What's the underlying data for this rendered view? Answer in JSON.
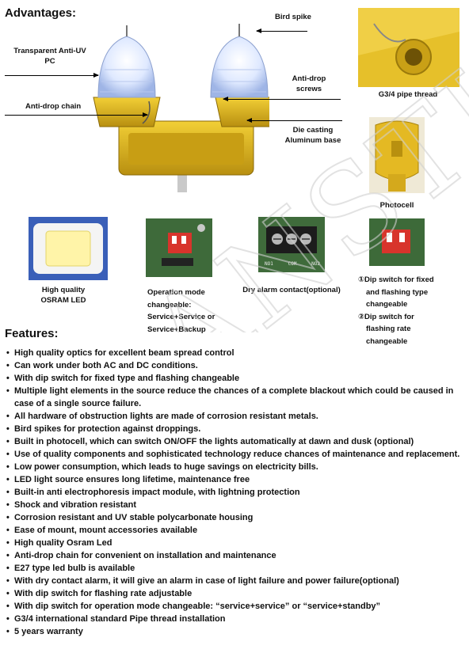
{
  "advantages": {
    "heading": "Advantages:",
    "labels": {
      "bird_spike": "Bird spike",
      "transparent_line1": "Transparent Anti-UV",
      "transparent_line2": "PC",
      "anti_drop_screws_line1": "Anti-drop",
      "anti_drop_screws_line2": "screws",
      "anti_drop_chain": "Anti-drop chain",
      "die_casting_line1": "Die casting",
      "die_casting_line2": "Aluminum base",
      "pipe_thread": "G3/4 pipe thread",
      "photocell": "Photocell"
    },
    "components": {
      "led_line1": "High quality",
      "led_line2": "OSRAM LED",
      "mode_line1": "Operation mode",
      "mode_line2": "changeable:",
      "mode_line3": "Service+Service or",
      "mode_line4": "Service+Backup",
      "dry_alarm": "Dry alarm contact(optional)",
      "terminal_no1": "NO1",
      "terminal_com": "COM",
      "terminal_no2": "NO2",
      "dip1_line1": "①Dip switch for fixed",
      "dip1_line2": "and flashing type",
      "dip1_line3": "changeable",
      "dip2_line1": "②Dip switch for",
      "dip2_line2": "flashing rate",
      "dip2_line3": "changeable"
    }
  },
  "features": {
    "heading": "Features:",
    "items": [
      "High quality optics for excellent beam spread control",
      "Can work under both AC and DC conditions.",
      "With dip switch for fixed type and flashing changeable",
      "Multiple light elements in the source reduce the chances of a complete blackout which could be caused in case of a single source failure.",
      "All hardware of obstruction lights are made of corrosion resistant metals.",
      "Bird spikes for protection against droppings.",
      "Built in photocell, which can switch ON/OFF the lights automatically at dawn and dusk (optional)",
      "Use of quality components and sophisticated technology reduce chances of maintenance and replacement.",
      "Low power consumption, which leads to huge savings on electricity bills.",
      "LED light source ensures long lifetime, maintenance free",
      "Built-in anti electrophoresis impact module, with lightning protection",
      "Shock and vibration resistant",
      "Corrosion resistant and UV stable polycarbonate housing",
      "Ease of mount, mount accessories available",
      "High quality Osram Led",
      "Anti-drop chain for convenient on installation and maintenance",
      "E27 type led bulb is available",
      "With dry contact alarm, it will give an alarm in case of light failure and power failure(optional)",
      "With dip switch for flashing rate adjustable",
      "With dip switch for operation mode changeable:  “service+service”  or  “service+standby”",
      "G3/4 international standard Pipe thread installation",
      "5 years warranty"
    ]
  },
  "watermark": "ANSTING",
  "colors": {
    "housing_yellow": "#d9b21a",
    "lens_blue": "#d8e6ff",
    "pcb_green": "#3e6a3a",
    "dip_red": "#d8342c"
  }
}
